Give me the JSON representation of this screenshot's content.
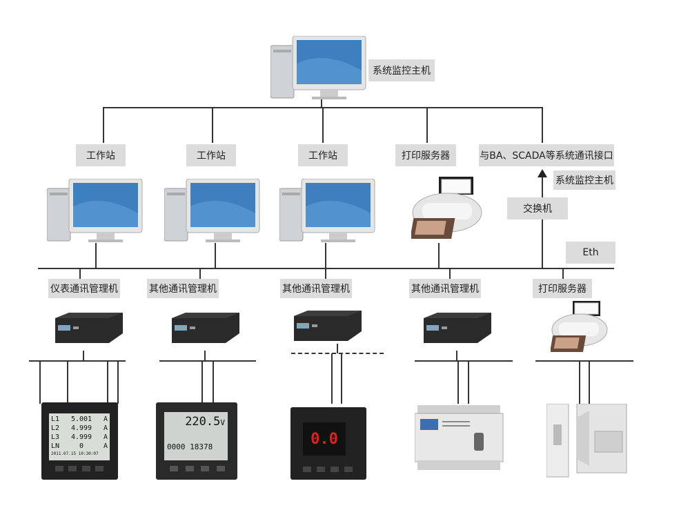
{
  "top": {
    "monitor_host": "系统监控主机"
  },
  "level1": {
    "workstation1": "工作站",
    "workstation2": "工作站",
    "workstation3": "工作站",
    "print_server": "打印服务器",
    "interface": "与BA、SCADA等系统通讯接口",
    "monitor_host2": "系统监控主机",
    "switch": "交换机",
    "eth": "Eth"
  },
  "level2": {
    "meter_comm_manager": "仪表通讯管理机",
    "other_comm_manager_1": "其他通讯管理机",
    "other_comm_manager_2": "其他通讯管理机",
    "other_comm_manager_3": "其他通讯管理机",
    "print_server": "打印服务器"
  },
  "devices": {
    "meter1": {
      "rows": [
        [
          "L1",
          "5.001",
          "A"
        ],
        [
          "L2",
          "4.999",
          "A"
        ],
        [
          "L3",
          "4.999",
          "A"
        ],
        [
          "LN",
          "0",
          "A"
        ]
      ],
      "footer": "2011.07.15  10:30:07"
    },
    "meter2": {
      "voltage": "220.5",
      "unit": "V",
      "energy": "0000 18378"
    },
    "meter3": {
      "value": "0.0"
    }
  },
  "colors": {
    "label_bg": "#dcdcdc",
    "line": "#333333",
    "screen": "#2f6fb0",
    "device": "#2a2a2a"
  }
}
